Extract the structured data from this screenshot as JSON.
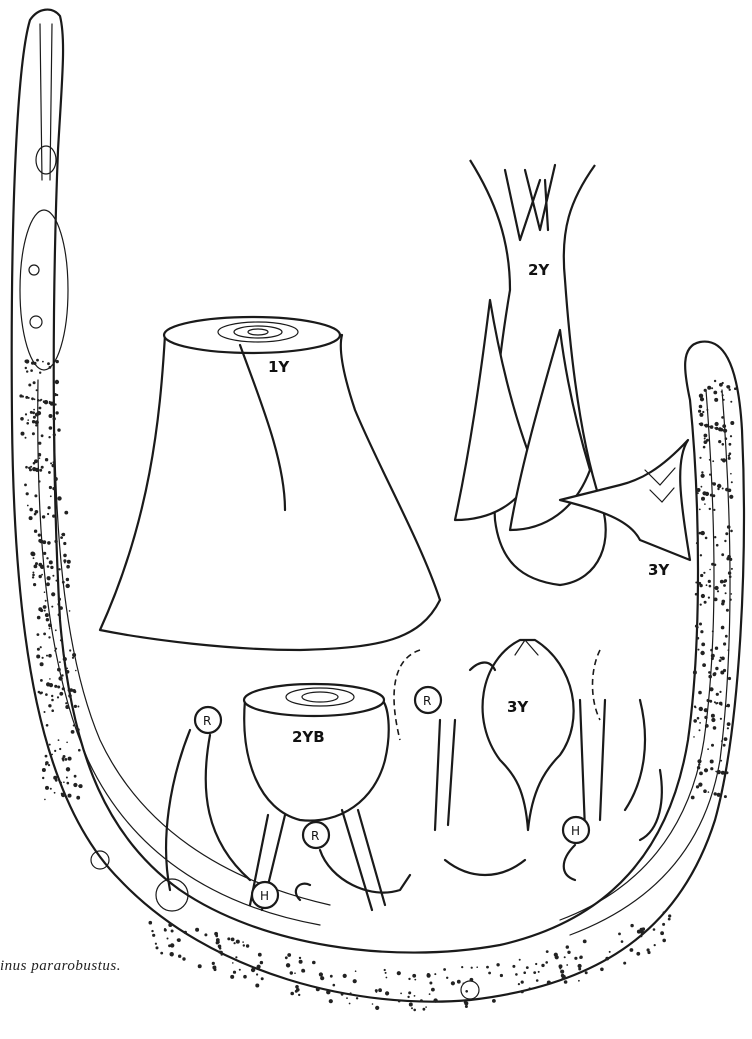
{
  "figure": {
    "caption": "inus pararobustus.",
    "labels": {
      "bud_1y": "1Y",
      "bud_2y": "2Y",
      "bud_2yb": "2YB",
      "bud_3y_center": "3Y",
      "bud_3y_right": "3Y"
    },
    "markers": {
      "r": "R",
      "h": "H"
    },
    "ink_color": "#1a1a1a"
  }
}
